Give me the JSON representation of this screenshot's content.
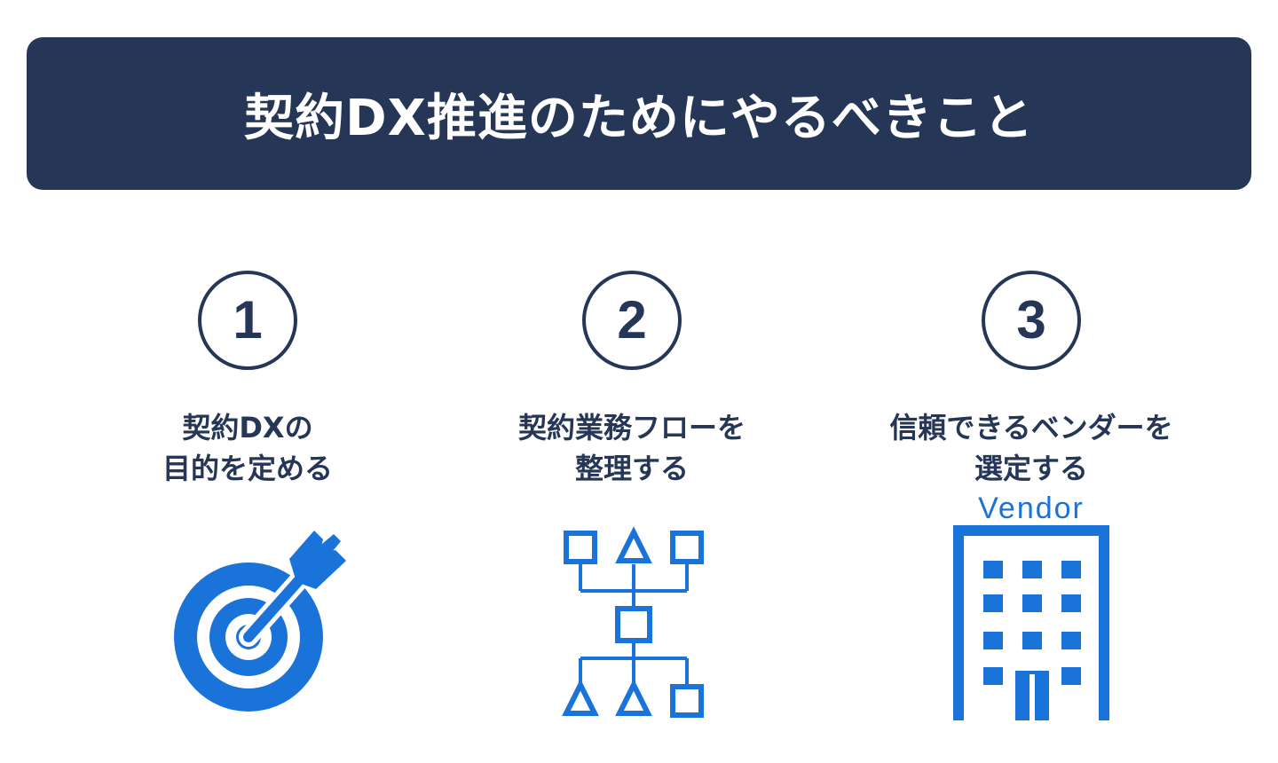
{
  "banner": {
    "title": "契約DX推進のためにやるべきこと"
  },
  "steps": [
    {
      "number": "1",
      "line1": "契約DXの",
      "line2": "目的を定める",
      "icon": "target-arrow-icon"
    },
    {
      "number": "2",
      "line1": "契約業務フローを",
      "line2": "整理する",
      "icon": "flowchart-icon"
    },
    {
      "number": "3",
      "line1": "信頼できるベンダーを",
      "line2": "選定する",
      "icon": "vendor-building-icon",
      "icon_label": "Vendor"
    }
  ],
  "colors": {
    "navy": "#253656",
    "blue": "#1a73d9",
    "white": "#ffffff"
  }
}
